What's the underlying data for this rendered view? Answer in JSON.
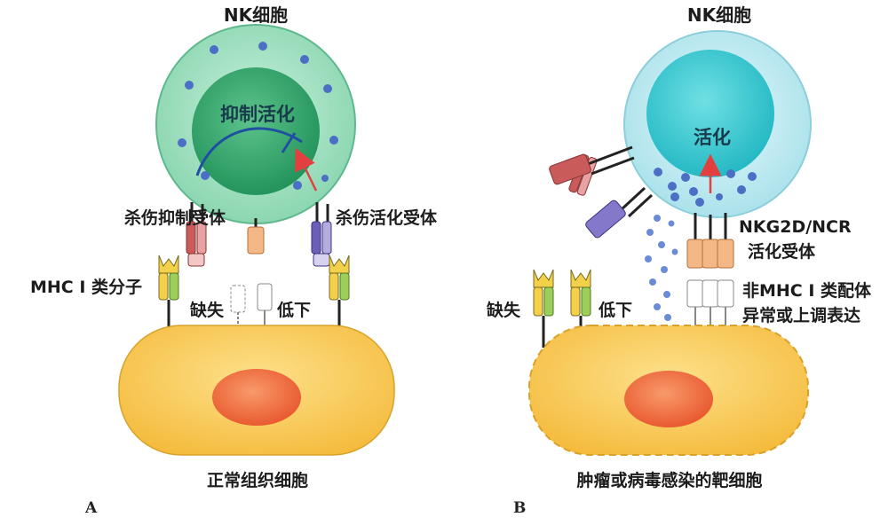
{
  "panel_a": {
    "letter": "A",
    "nk_title": "NK细胞",
    "inner_label": "抑制活化",
    "inhibit_receptor_label": "杀伤抑制受体",
    "activate_receptor_label": "杀伤活化受体",
    "mhc_label": "MHC I 类分子",
    "missing_label": "缺失",
    "low_label": "低下",
    "target_label": "正常组织细胞"
  },
  "panel_b": {
    "letter": "B",
    "nk_title": "NK细胞",
    "inner_label": "活化",
    "receptor_label_line1": "NKG2D/NCR",
    "receptor_label_line2": "活化受体",
    "ligand_label_line1": "非MHC I 类配体",
    "ligand_label_line2": "异常或上调表达",
    "missing_label": "缺失",
    "low_label": "低下",
    "target_label": "肿瘤或病毒感染的靶细胞"
  },
  "colors": {
    "nk_outer_a": "#8ed9b4",
    "nk_inner_a": "#2fa86a",
    "nk_outer_b": "#b8e8f0",
    "nk_inner_b": "#2cc6cf",
    "granule": "#4b6fc4",
    "target_fill": "#f8c84a",
    "nucleus": "#ef6a3a",
    "arrow_red": "#e24040",
    "curve_blue": "#1f4fa0"
  }
}
